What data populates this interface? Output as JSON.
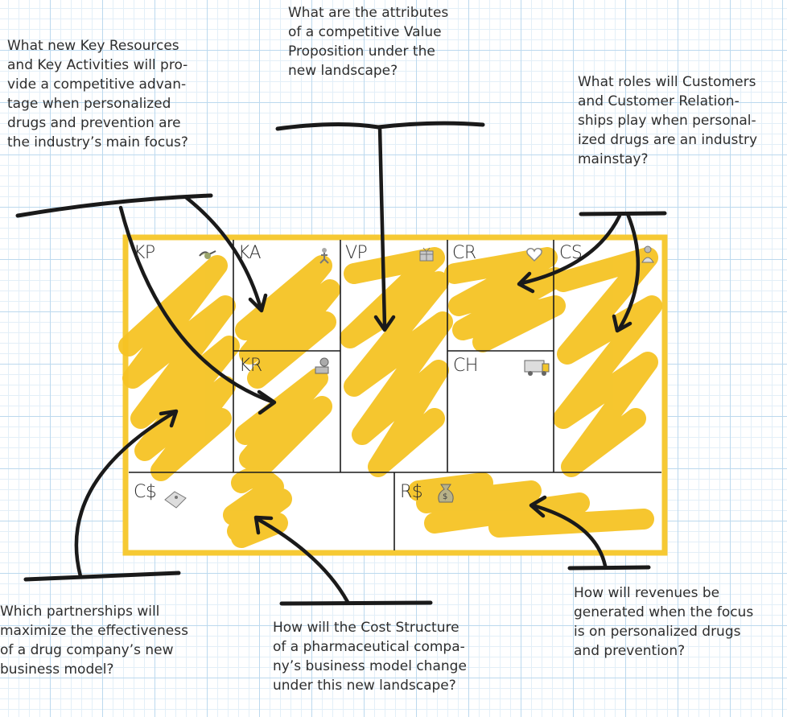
{
  "questions": {
    "key_resources": "What new Key Resources\nand Key Activities will pro-\nvide a competitive advan-\ntage when personalized\ndrugs and prevention are\nthe industry’s main focus?",
    "value_proposition": "What are the attributes\nof a competitive Value\nProposition under the\nnew landscape?",
    "customers": "What roles will Customers\nand Customer Relation-\nships play when personal-\nized drugs are an industry\nmainstay?",
    "partnerships": "Which partnerships will\nmaximize the effectiveness\nof a drug company’s new\nbusiness model?",
    "cost_structure": "How will the Cost Structure\nof a pharmaceutical compa-\nny’s business model change\nunder this new landscape?",
    "revenues": "How will revenues be\ngenerated when the focus\nis on personalized drugs\nand prevention?"
  },
  "blocks": {
    "kp": "KP",
    "ka": "KA",
    "vp": "VP",
    "cr": "CR",
    "cs": "CS",
    "kr": "KR",
    "ch": "CH",
    "cost": "C$",
    "rev": "R$"
  },
  "icons": {
    "kp": "handshake-icon",
    "ka": "worker-icon",
    "vp": "gift-icon",
    "cr": "heart-icon",
    "cs": "person-icon",
    "kr": "resource-icon",
    "ch": "truck-icon",
    "cost": "price-tag-icon",
    "rev": "money-bag-icon"
  },
  "colors": {
    "canvas_border": "#f6c934",
    "highlight": "#f5c324",
    "ink": "#1a1a1a",
    "text": "#2e2e2e",
    "grid": "#bcd9ee"
  }
}
